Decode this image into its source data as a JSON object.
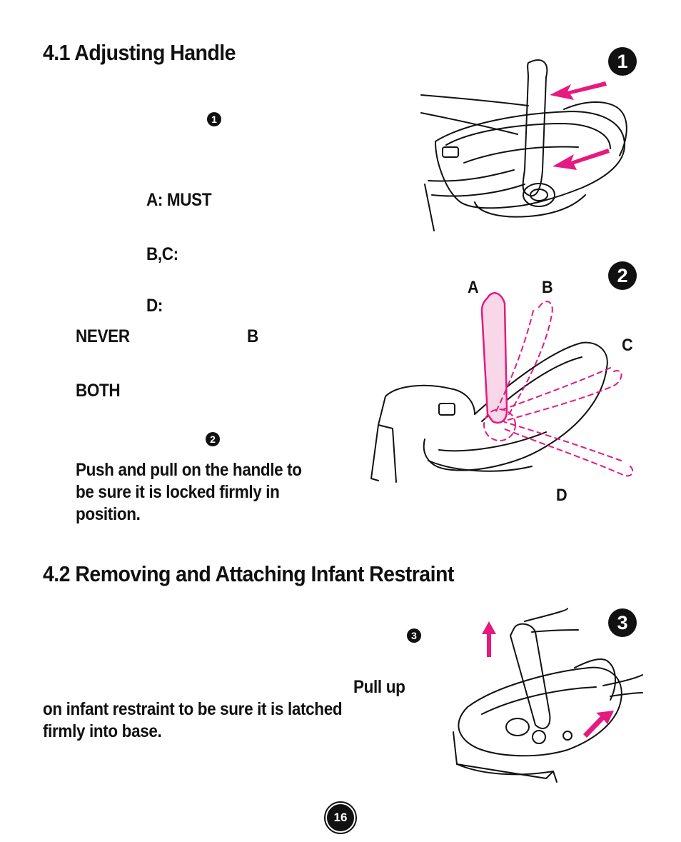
{
  "section1": {
    "heading": "4.1 Adjusting Handle",
    "step_ref_1": "1",
    "items": {
      "a": "A: MUST",
      "bc": "B,C:",
      "d": "D:"
    },
    "never": "NEVER",
    "never_b": "B",
    "both": "BOTH",
    "step_ref_2": "2",
    "push_pull_lines": [
      "Push and pull on the handle to",
      "be sure it is locked firmly in",
      "position."
    ]
  },
  "figure1": {
    "badge": "1"
  },
  "figure2": {
    "badge": "2",
    "labels": {
      "a": "A",
      "b": "B",
      "c": "C",
      "d": "D"
    }
  },
  "section2": {
    "heading": "4.2 Removing and Attaching Infant Restraint",
    "step_ref_3": "3",
    "pull_lines": [
      "Pull up",
      "on infant restraint to be sure it is latched",
      "firmly into base."
    ]
  },
  "figure3": {
    "badge": "3"
  },
  "footer": {
    "page_number": "16"
  },
  "colors": {
    "accent": "#e5197f",
    "ink": "#111111"
  }
}
